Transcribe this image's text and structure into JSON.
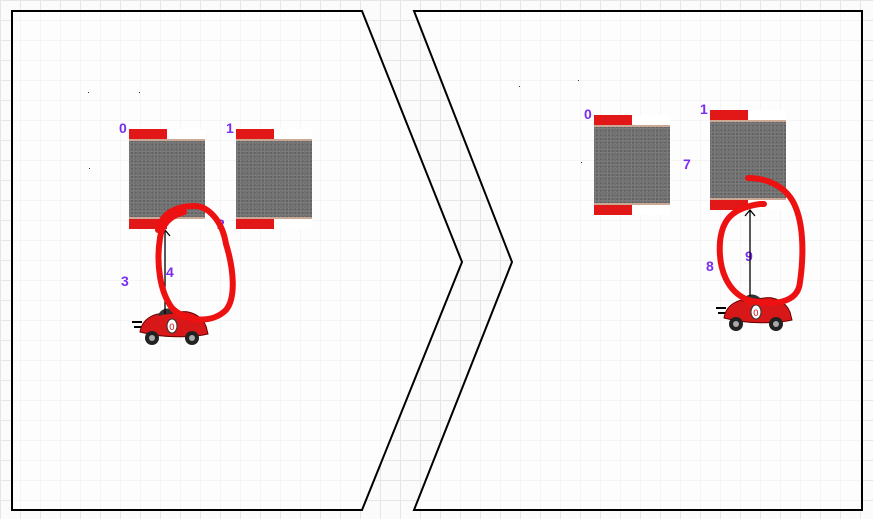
{
  "left_scene": {
    "labels": {
      "tile_a": "0",
      "tile_b": "1",
      "circle": "2",
      "car_label": "3",
      "arrow_label": "4"
    }
  },
  "right_scene": {
    "labels": {
      "tile_a": "0",
      "tile_b": "1",
      "gap_label": "7",
      "car_label": "8",
      "arrow_label": "9"
    }
  },
  "colors": {
    "label": "#7a2cf0",
    "scribble": "#ee1111",
    "frame": "#000000",
    "stripe_red": "#e21818",
    "asphalt": "#707070"
  },
  "icons": [
    "race-car-icon",
    "up-arrow-icon",
    "chevron-right-icon"
  ]
}
